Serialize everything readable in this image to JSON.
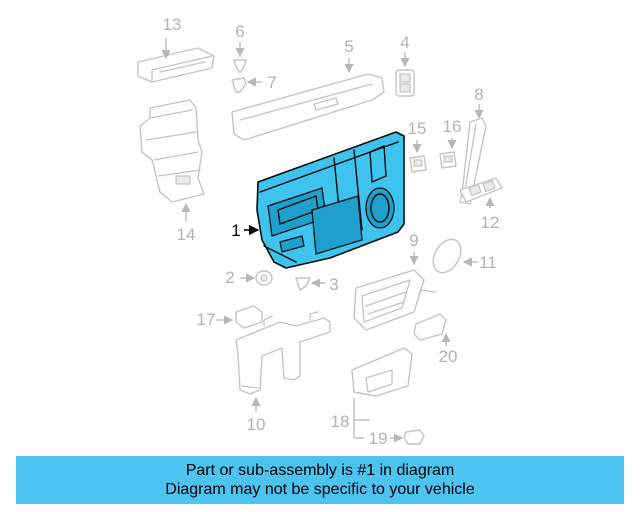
{
  "callouts": {
    "c1": "1",
    "c2": "2",
    "c3": "3",
    "c4": "4",
    "c5": "5",
    "c6": "6",
    "c7": "7",
    "c8": "8",
    "c9": "9",
    "c10": "10",
    "c11": "11",
    "c12": "12",
    "c13": "13",
    "c14": "14",
    "c15": "15",
    "c16": "16",
    "c17": "17",
    "c18": "18",
    "c19": "19",
    "c20": "20"
  },
  "highlighted_part": "1",
  "colors": {
    "highlight": "#3ec2ee",
    "banner": "#4cc3f1",
    "faded_part": "#c4c4c4"
  },
  "banner": {
    "line1": "Part or sub-assembly is #1 in diagram",
    "line2": "Diagram may not be specific to your vehicle"
  }
}
